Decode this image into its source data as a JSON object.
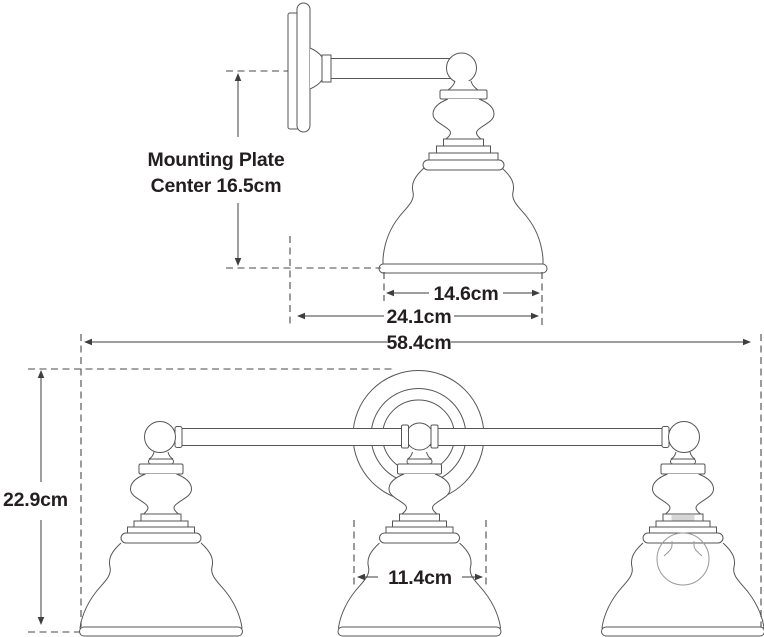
{
  "colors": {
    "background": "#ffffff",
    "drawing_line": "#565656",
    "dimension_line": "#3e3e3e",
    "text": "#231f20",
    "bulb_line": "#999999",
    "socket_fill": "#d6d6d6"
  },
  "side_view": {
    "description": "Single wall sconce - side elevation",
    "labels": {
      "mounting_plate_center_line1": "Mounting Plate",
      "mounting_plate_center_line2": "Center 16.5cm",
      "shade_width": "14.6cm",
      "projection_depth": "24.1cm"
    },
    "values_cm": {
      "mounting_plate_center": 16.5,
      "shade_width": 14.6,
      "projection_depth": 24.1
    }
  },
  "front_view": {
    "description": "Three-light fixture - front elevation",
    "light_count": 3,
    "labels": {
      "overall_width": "58.4cm",
      "overall_height": "22.9cm",
      "shade_opening": "11.4cm"
    },
    "values_cm": {
      "overall_width": 58.4,
      "overall_height": 22.9,
      "shade_opening": 11.4
    }
  }
}
